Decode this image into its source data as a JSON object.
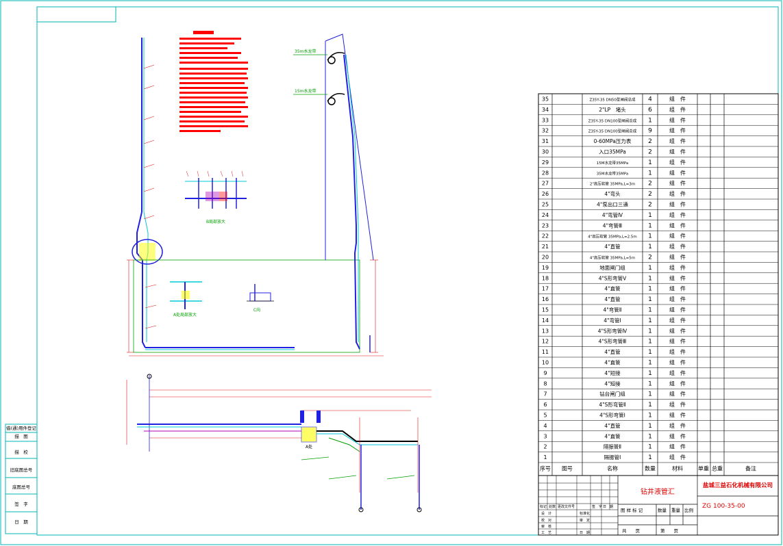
{
  "left_margin_labels": [
    "借(通)用件登记",
    "描　图",
    "描　校",
    "旧底图总号",
    "底图总号",
    "签　字",
    "日　期"
  ],
  "view_captions": [
    "B局部放大",
    "A处局部放大",
    "C向",
    "A处"
  ],
  "callouts": [
    "35m水龙带",
    "15m水龙带"
  ],
  "title_block": {
    "drawing_title": "钻井液管汇",
    "company": "盐城三益石化机械有限公司",
    "drawing_number": "ZG 100-35-00",
    "sheet_total_label": "共　　页",
    "sheet_label": "第　　页",
    "stage_label": "图 样 标 记",
    "weight_label": "数量",
    "mass_label": "重量",
    "scale_label": "比例",
    "sign_rows": [
      "设　计",
      "校　对",
      "审　核",
      "工　艺"
    ],
    "sign_rows_right": [
      "标准化",
      "审　定",
      "日　期"
    ],
    "revision_headers": [
      "标记",
      "处数",
      "更改文件号",
      "签　字",
      "日　期"
    ]
  },
  "bom": {
    "headers": [
      "序号",
      "图号",
      "名称",
      "数量",
      "材料",
      "单重",
      "总重",
      "备注"
    ],
    "rows": [
      {
        "no": "35",
        "name": "Z35Y-35 DN50型闸阀总成",
        "qty": "4",
        "mat": "组　件"
      },
      {
        "no": "34",
        "name": "2\"LP　堵头",
        "qty": "6",
        "mat": "组　件"
      },
      {
        "no": "33",
        "name": "Z35Y-35 DN100型闸阀总成",
        "qty": "1",
        "mat": "组　件"
      },
      {
        "no": "32",
        "name": "Z35Y-35 DN100型闸阀总成",
        "qty": "9",
        "mat": "组　件"
      },
      {
        "no": "31",
        "name": "0-60MPa压力表",
        "qty": "2",
        "mat": "组　件"
      },
      {
        "no": "30",
        "name": "入口35MPa",
        "qty": "2",
        "mat": "组　件"
      },
      {
        "no": "29",
        "name": "15M水龙带35MPa",
        "qty": "1",
        "mat": "组　件"
      },
      {
        "no": "28",
        "name": "35M水龙带35MPa",
        "qty": "1",
        "mat": "组　件"
      },
      {
        "no": "27",
        "name": "2\"高压软管 35MPa,L=3m",
        "qty": "2",
        "mat": "组　件"
      },
      {
        "no": "26",
        "name": "4\"弯头",
        "qty": "2",
        "mat": "组　件"
      },
      {
        "no": "25",
        "name": "4\"泵出口三通",
        "qty": "2",
        "mat": "组　件"
      },
      {
        "no": "24",
        "name": "4\"弯管Ⅳ",
        "qty": "1",
        "mat": "组　件"
      },
      {
        "no": "23",
        "name": "4\"弯管Ⅲ",
        "qty": "1",
        "mat": "组　件"
      },
      {
        "no": "22",
        "name": "4\"高压软管 35MPa,L=2.5m",
        "qty": "1",
        "mat": "组　件"
      },
      {
        "no": "21",
        "name": "4\"直管",
        "qty": "1",
        "mat": "组　件"
      },
      {
        "no": "20",
        "name": "4\"高压软管 35MPa,L=5m",
        "qty": "2",
        "mat": "组　件"
      },
      {
        "no": "19",
        "name": "地面闸门组",
        "qty": "1",
        "mat": "组　件"
      },
      {
        "no": "18",
        "name": "4\"S形弯管Ⅴ",
        "qty": "1",
        "mat": "组　件"
      },
      {
        "no": "17",
        "name": "4\"直管",
        "qty": "1",
        "mat": "组　件"
      },
      {
        "no": "16",
        "name": "4\"直管",
        "qty": "1",
        "mat": "组　件"
      },
      {
        "no": "15",
        "name": "4\"弯管Ⅱ",
        "qty": "1",
        "mat": "组　件"
      },
      {
        "no": "14",
        "name": "4\"弯管Ⅰ",
        "qty": "1",
        "mat": "组　件"
      },
      {
        "no": "13",
        "name": "4\"S形弯管Ⅳ",
        "qty": "1",
        "mat": "组　件"
      },
      {
        "no": "12",
        "name": "4\"S形弯管Ⅲ",
        "qty": "1",
        "mat": "组　件"
      },
      {
        "no": "11",
        "name": "4\"直管",
        "qty": "1",
        "mat": "组　件"
      },
      {
        "no": "10",
        "name": "4\"直管",
        "qty": "1",
        "mat": "组　件"
      },
      {
        "no": "9",
        "name": "4\"短接",
        "qty": "1",
        "mat": "组　件"
      },
      {
        "no": "8",
        "name": "4\"短接",
        "qty": "1",
        "mat": "组　件"
      },
      {
        "no": "7",
        "name": "钻台闸门组",
        "qty": "1",
        "mat": "组　件"
      },
      {
        "no": "6",
        "name": "4\"S形弯管Ⅱ",
        "qty": "1",
        "mat": "组　件"
      },
      {
        "no": "5",
        "name": "4\"S形弯管Ⅰ",
        "qty": "1",
        "mat": "组　件"
      },
      {
        "no": "4",
        "name": "4\"直管",
        "qty": "1",
        "mat": "组　件"
      },
      {
        "no": "3",
        "name": "4\"直管",
        "qty": "1",
        "mat": "组　件"
      },
      {
        "no": "2",
        "name": "隔振管Ⅱ",
        "qty": "1",
        "mat": "组　件"
      },
      {
        "no": "1",
        "name": "隔振管Ⅰ",
        "qty": "1",
        "mat": "组　件"
      }
    ]
  },
  "colors": {
    "frame": "#00b4b4",
    "pipe_blue": "#2020e0",
    "pipe_cyan": "#00c8d8",
    "dim_red": "#e01010",
    "note_red": "#ff0000",
    "green": "#00a000",
    "magenta": "#b000b0",
    "company_red": "#e00000"
  }
}
